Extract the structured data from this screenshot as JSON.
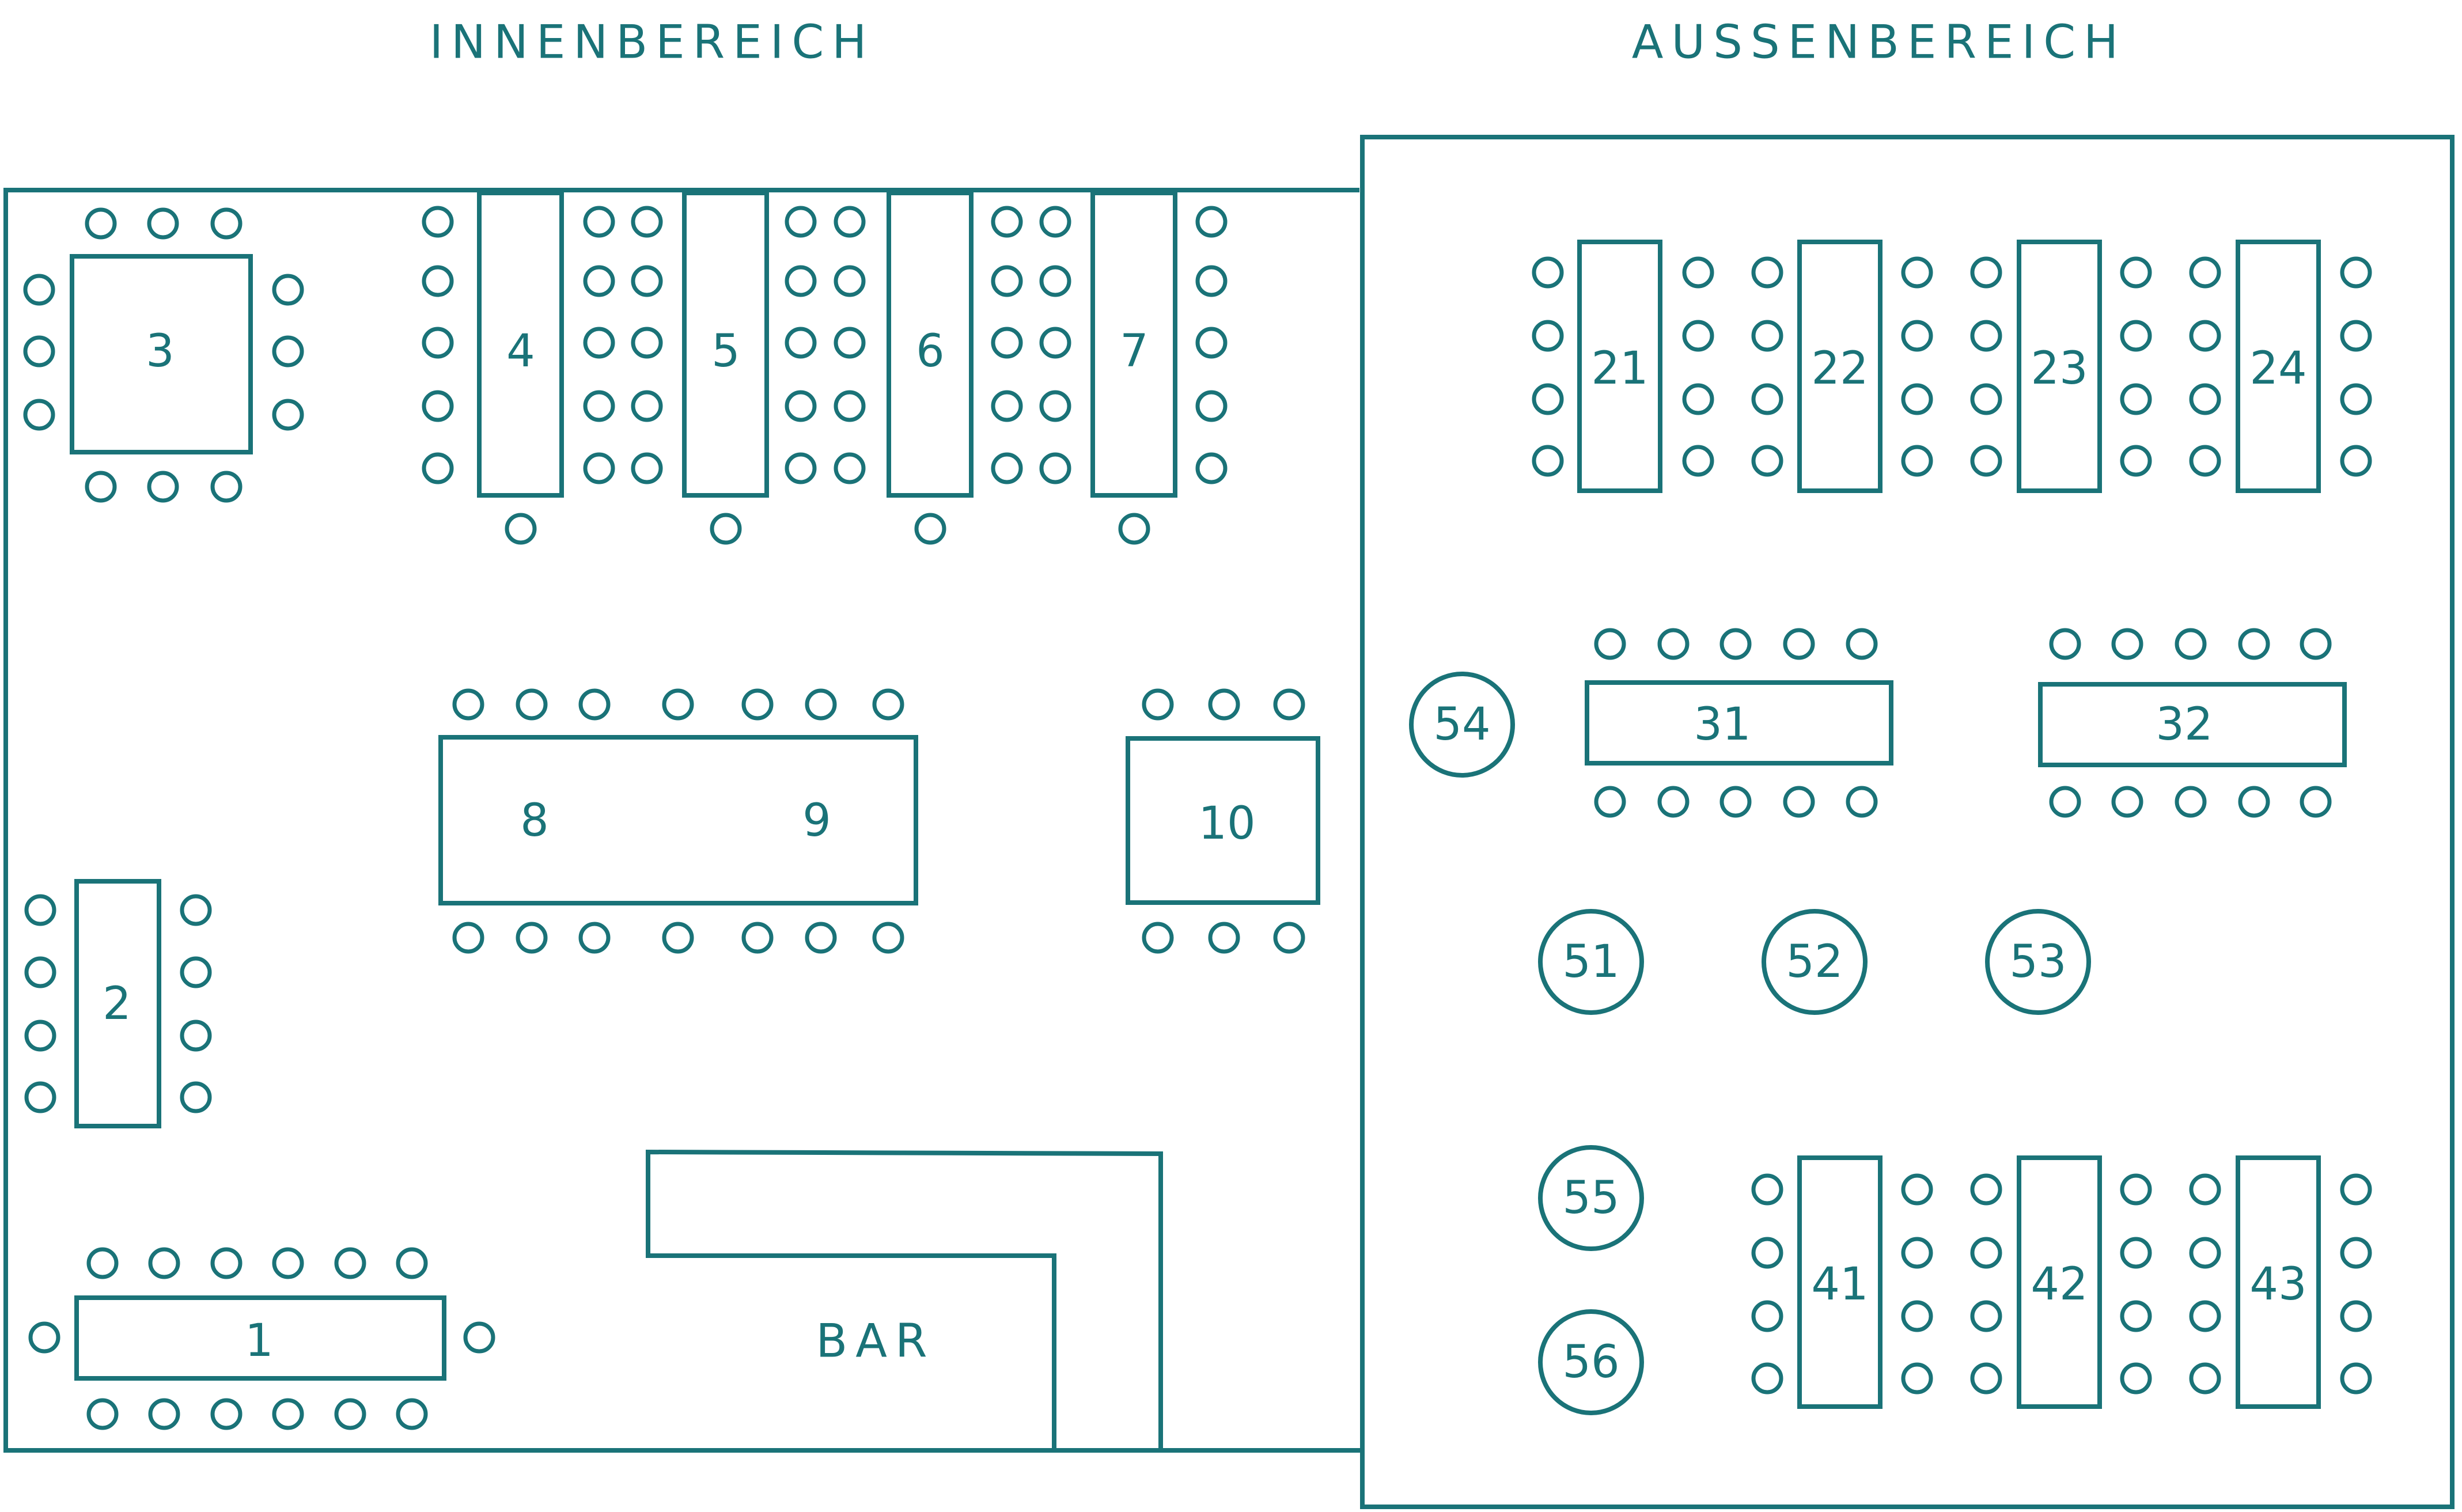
{
  "areas": {
    "inside": "INNENBEREICH",
    "outside": "AUSSENBEREICH"
  },
  "bar_label": "BAR",
  "colors": {
    "stroke": "#1a7378",
    "background": "#ffffff"
  },
  "tables": [
    {
      "id": "t1",
      "label": "1"
    },
    {
      "id": "t2",
      "label": "2"
    },
    {
      "id": "t3",
      "label": "3"
    },
    {
      "id": "t4",
      "label": "4"
    },
    {
      "id": "t5",
      "label": "5"
    },
    {
      "id": "t6",
      "label": "6"
    },
    {
      "id": "t7",
      "label": "7"
    },
    {
      "id": "t8",
      "label": "8"
    },
    {
      "id": "t9",
      "label": "9"
    },
    {
      "id": "t10",
      "label": "10"
    },
    {
      "id": "t21",
      "label": "21"
    },
    {
      "id": "t22",
      "label": "22"
    },
    {
      "id": "t23",
      "label": "23"
    },
    {
      "id": "t24",
      "label": "24"
    },
    {
      "id": "t31",
      "label": "31"
    },
    {
      "id": "t32",
      "label": "32"
    },
    {
      "id": "t41",
      "label": "41"
    },
    {
      "id": "t42",
      "label": "42"
    },
    {
      "id": "t43",
      "label": "43"
    },
    {
      "id": "t51",
      "label": "51"
    },
    {
      "id": "t52",
      "label": "52"
    },
    {
      "id": "t53",
      "label": "53"
    },
    {
      "id": "t54",
      "label": "54"
    },
    {
      "id": "t55",
      "label": "55"
    },
    {
      "id": "t56",
      "label": "56"
    }
  ]
}
